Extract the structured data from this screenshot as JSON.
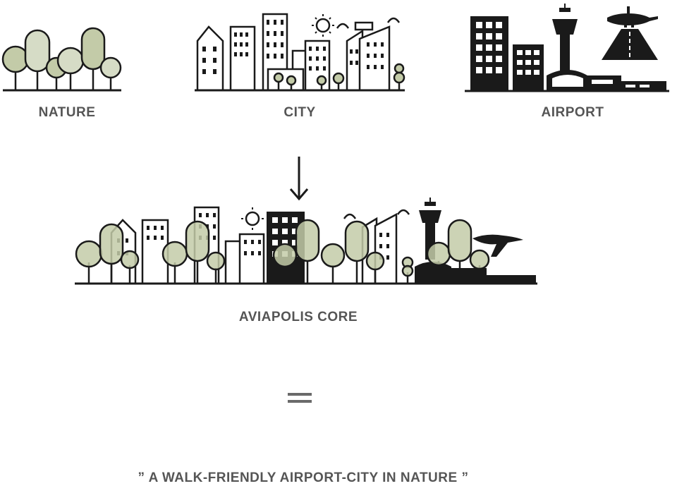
{
  "labels": {
    "nature": "NATURE",
    "city": "CITY",
    "airport": "AIRPORT",
    "core": "AVIAPOLIS CORE",
    "tagline": "” A WALK-FRIENDLY AIRPORT-CITY IN NATURE ”"
  },
  "colors": {
    "tree_fill": "#c3cba8",
    "tree_fill_light": "#d6dcc6",
    "stroke": "#1a1a1a",
    "label": "#555555",
    "equals": "#6a6a6a"
  },
  "symbols": {
    "transform_arrow": "down-arrow-icon",
    "equals_sign": "equals-icon"
  }
}
